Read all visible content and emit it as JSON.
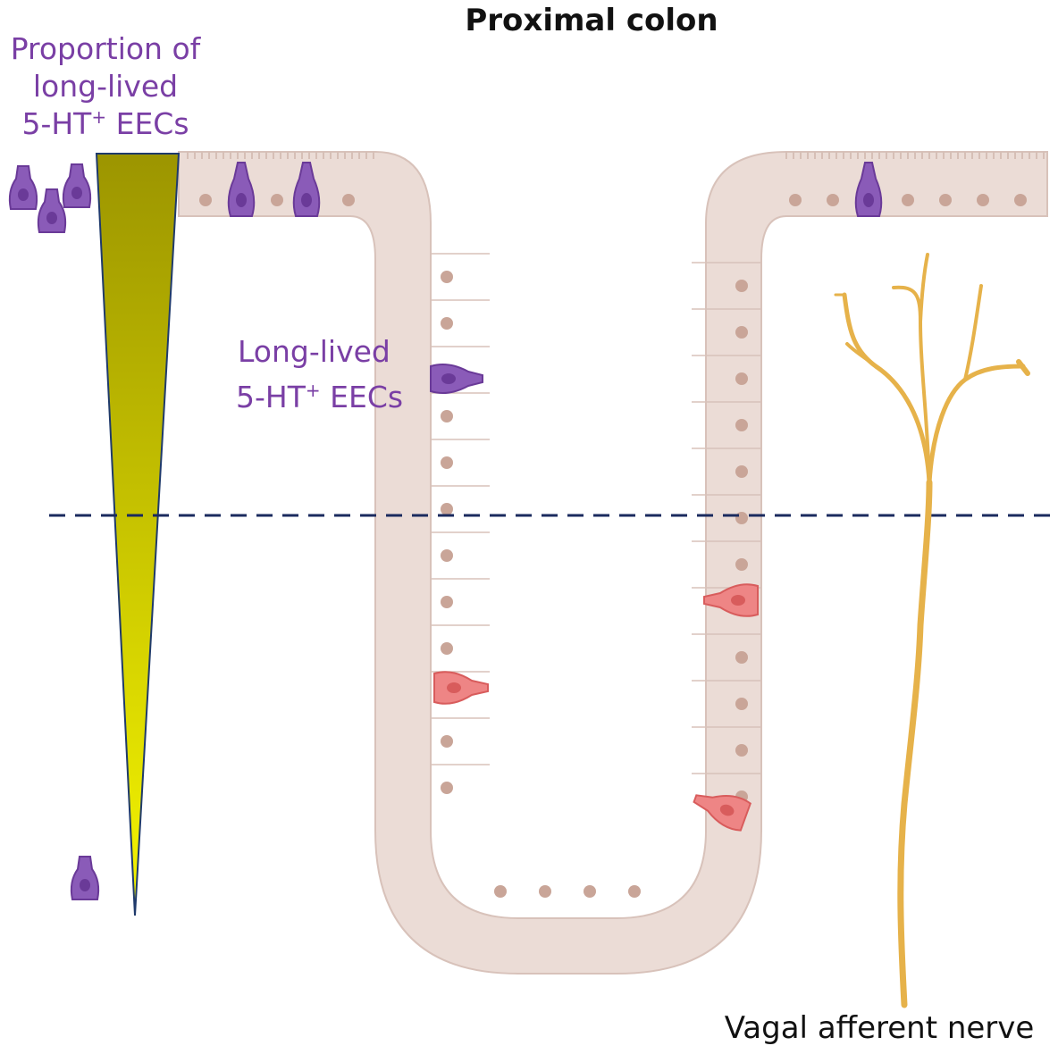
{
  "title": "Proximal colon",
  "gradient_label": {
    "line1": "Proportion of",
    "line2": "long-lived",
    "line3_main": "5-HT",
    "line3_sup": "+",
    "line3_tail": " EECs"
  },
  "crypt_label": {
    "line1": "Long-lived",
    "line2_main": "5-HT",
    "line2_sup": "+",
    "line2_tail": " EECs"
  },
  "nerve_label": "Vagal afferent nerve",
  "colors": {
    "purple_text": "#7a3fa5",
    "purple_cell": "#8a5bb8",
    "purple_nucleus": "#6a3a98",
    "red_cell": "#ee8585",
    "red_nucleus": "#d85c5c",
    "epithelium": "#ebdcd6",
    "epithelium_edge": "#d8c2ba",
    "nucleus": "#c9a598",
    "microvilli": "#d6bfb6",
    "gradient_top": "#9c9500",
    "gradient_bottom": "#f5f500",
    "gradient_edge": "#1f3a6b",
    "dashed_line": "#1a2a5e",
    "nerve": "#e6b24a",
    "text": "#111111"
  }
}
